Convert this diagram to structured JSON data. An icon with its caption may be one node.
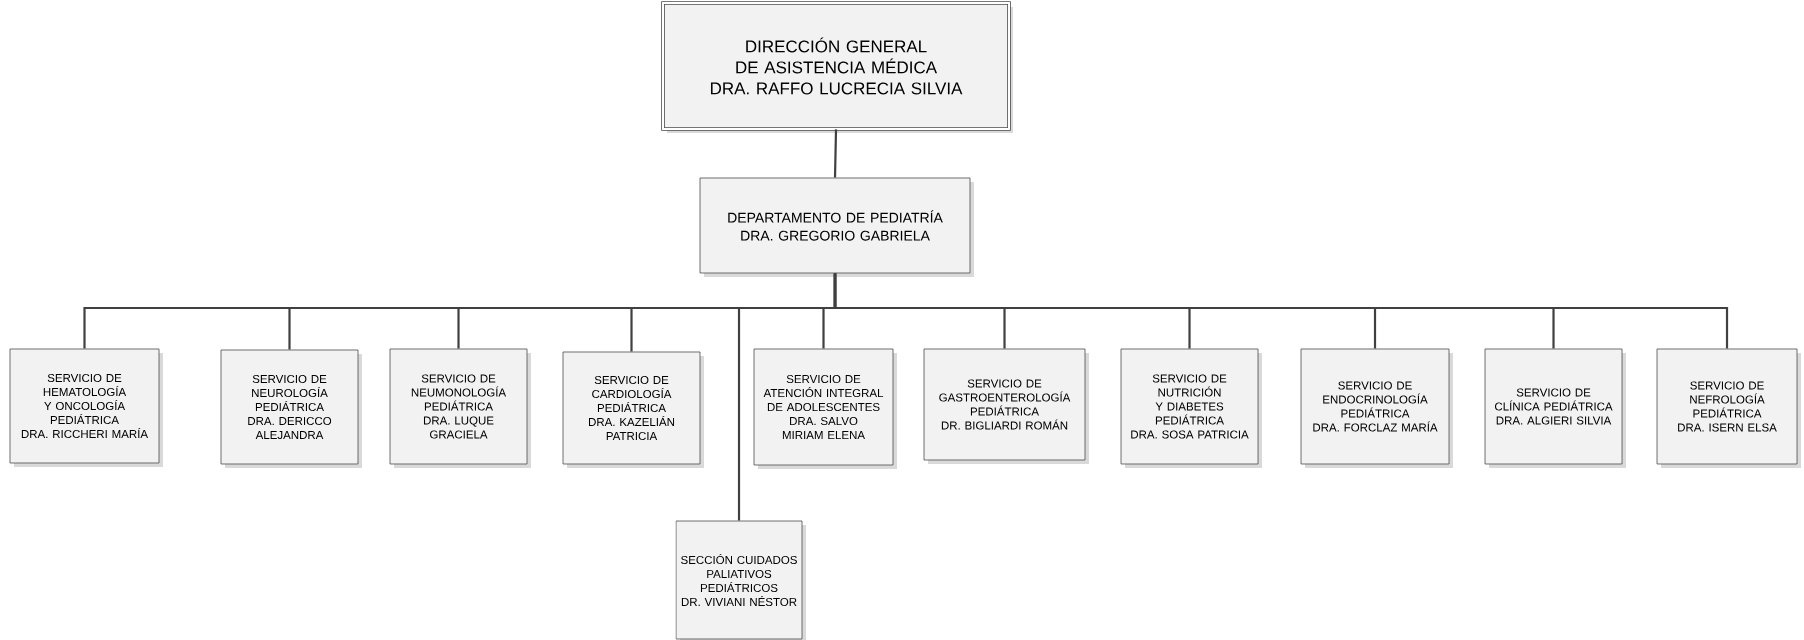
{
  "diagram": {
    "nodes": [
      {
        "text": [
          "DIRECCIÓN GENERAL DE ASISTENCIA MÉDICA",
          "DRA. RAFFO LUCRECIA SILVIA"
        ]
      },
      {
        "text": [
          "DEPARTAMENTO DE PEDIATRÍA",
          "DRA. GREGORIO GABRIELA"
        ]
      },
      {
        "text": [
          "SERVICIO DE HEMATOLOGÍA Y ONCOLOGÍA PEDIÁTRICA",
          "DRA. RICCHERI MARÍA"
        ]
      },
      {
        "text": [
          "SERVICIO DE NEUROLOGÍA PEDIÁTRICA",
          "DRA. DERICCO ALEJANDRA"
        ]
      },
      {
        "text": [
          "SERVICIO DE NEUMONOLOGÍA PEDIÁTRICA",
          "DRA. LUQUE GRACIELA"
        ]
      },
      {
        "text": [
          "SERVICIO DE CARDIOLOGÍA PEDIÁTRICA",
          "DRA. KAZELIÁN PATRICIA"
        ]
      },
      {
        "text": [
          "SERVICIO DE ATENCIÓN INTEGRAL DE ADOLESCENTES",
          "DRA. SALVO MIRIAM ELENA"
        ]
      },
      {
        "text": [
          "SERVICIO DE GASTROENTEROLOGÍA PEDIÁTRICA",
          "DR. BIGLIARDI ROMÁN"
        ]
      },
      {
        "text": [
          "SERVICIO DE NUTRICIÓN Y DIABETES PEDIÁTRICA",
          "DRA. SOSA PATRICIA"
        ]
      },
      {
        "text": [
          "SERVICIO DE ENDOCRINOLOGÍA PEDIÁTRICA",
          "DRA. FORCLAZ MARÍA"
        ]
      },
      {
        "text": [
          "SERVICIO DE CLÍNICA PEDIÁTRICA",
          "DRA. ALGIERI SILVIA"
        ]
      },
      {
        "text": [
          "SERVICIO DE NEFROLOGÍA PEDIÁTRICA",
          "DRA. ISERN ELSA"
        ]
      },
      {
        "text": [
          "SECCIÓN CUIDADOS PALIATIVOS PEDIÁTRICOS",
          "DR. VIVIANI NÉSTOR"
        ]
      }
    ],
    "edges": [
      {
        "from": 0,
        "to": 1,
        "arrow": "none"
      },
      {
        "from": 1,
        "to": 2,
        "arrow": "none"
      },
      {
        "from": 1,
        "to": 3,
        "arrow": "none"
      },
      {
        "from": 1,
        "to": 4,
        "arrow": "none"
      },
      {
        "from": 1,
        "to": 5,
        "arrow": "none"
      },
      {
        "from": 1,
        "to": 6,
        "arrow": "none"
      },
      {
        "from": 1,
        "to": 7,
        "arrow": "none"
      },
      {
        "from": 1,
        "to": 8,
        "arrow": "none"
      },
      {
        "from": 1,
        "to": 9,
        "arrow": "none"
      },
      {
        "from": 1,
        "to": 10,
        "arrow": "none"
      },
      {
        "from": 1,
        "to": 11,
        "arrow": "none"
      },
      {
        "from": 1,
        "to": 12,
        "arrow": "none"
      }
    ]
  }
}
